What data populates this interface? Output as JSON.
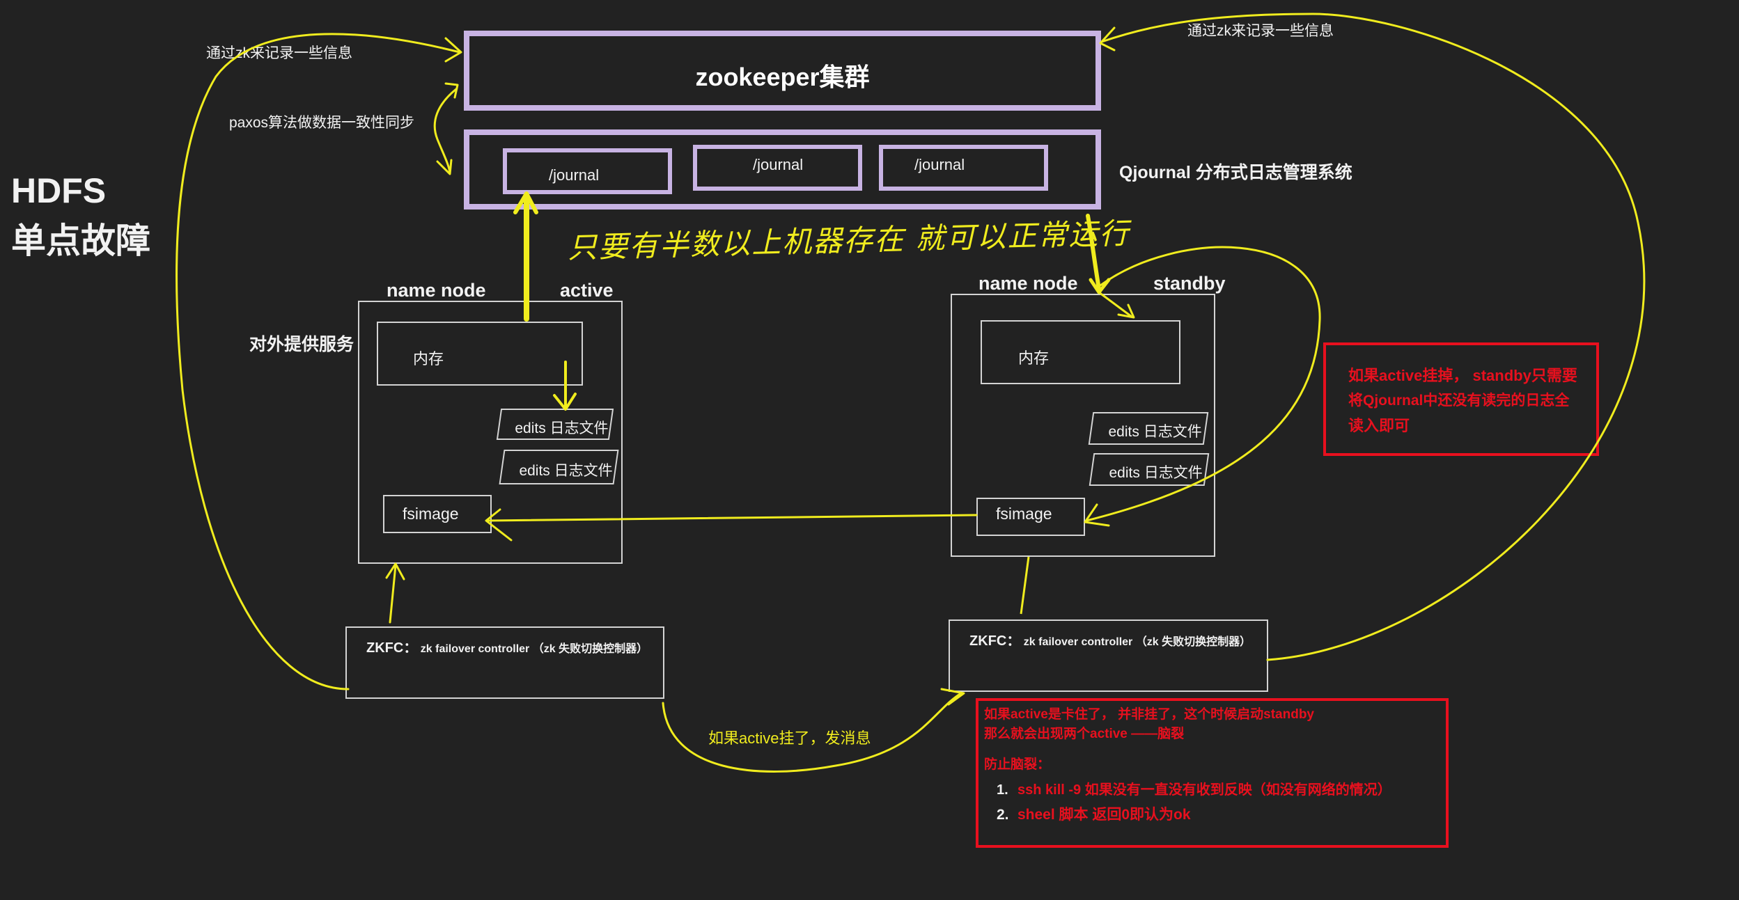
{
  "title": {
    "line1": "HDFS",
    "line2": "单点故障"
  },
  "zookeeper": {
    "label": "zookeeper集群"
  },
  "qjournal": {
    "label": "Qjournal 分布式日志管理系统",
    "journals": [
      "/journal",
      "/journal",
      "/journal"
    ]
  },
  "annotations": {
    "zk_record_left": "通过zk来记录一些信息",
    "zk_record_right": "通过zk来记录一些信息",
    "paxos": "paxos算法做数据一致性同步",
    "quorum": "只要有半数以上机器存在 就可以正常运行",
    "external_service": "对外提供服务",
    "send_message": "如果active挂了，发消息"
  },
  "active_node": {
    "name": "name node",
    "state": "active",
    "memory": "内存",
    "edits": [
      "edits 日志文件",
      "edits 日志文件"
    ],
    "fsimage": "fsimage"
  },
  "standby_node": {
    "name": "name node",
    "state": "standby",
    "memory": "内存",
    "edits": [
      "edits 日志文件",
      "edits 日志文件"
    ],
    "fsimage": "fsimage"
  },
  "zkfc_left": {
    "label": "ZKFC：",
    "desc": "zk failover controller （zk 失败切换控制器）"
  },
  "zkfc_right": {
    "label": "ZKFC：",
    "desc": "zk failover controller （zk 失败切换控制器）"
  },
  "note_standby": {
    "lines": [
      "如果active挂掉，  standby只需要",
      "将Qjournal中还没有读完的日志全",
      "读入即可"
    ]
  },
  "note_split_brain": {
    "line1": "如果active是卡住了，  并非挂了，这个时候启动standby",
    "line2": "那么就会出现两个active ——脑裂",
    "heading": "防止脑裂：",
    "items": [
      {
        "num": "1.",
        "text": "ssh kill -9    如果没有一直没有收到反映（如没有网络的情况）"
      },
      {
        "num": "2.",
        "text": "sheel 脚本   返回0即认为ok"
      }
    ]
  },
  "colors": {
    "background": "#222222",
    "purple": "#c8b3e3",
    "yellow": "#f0ec1e",
    "red": "#e8101e",
    "box": "#d4d4d4"
  }
}
